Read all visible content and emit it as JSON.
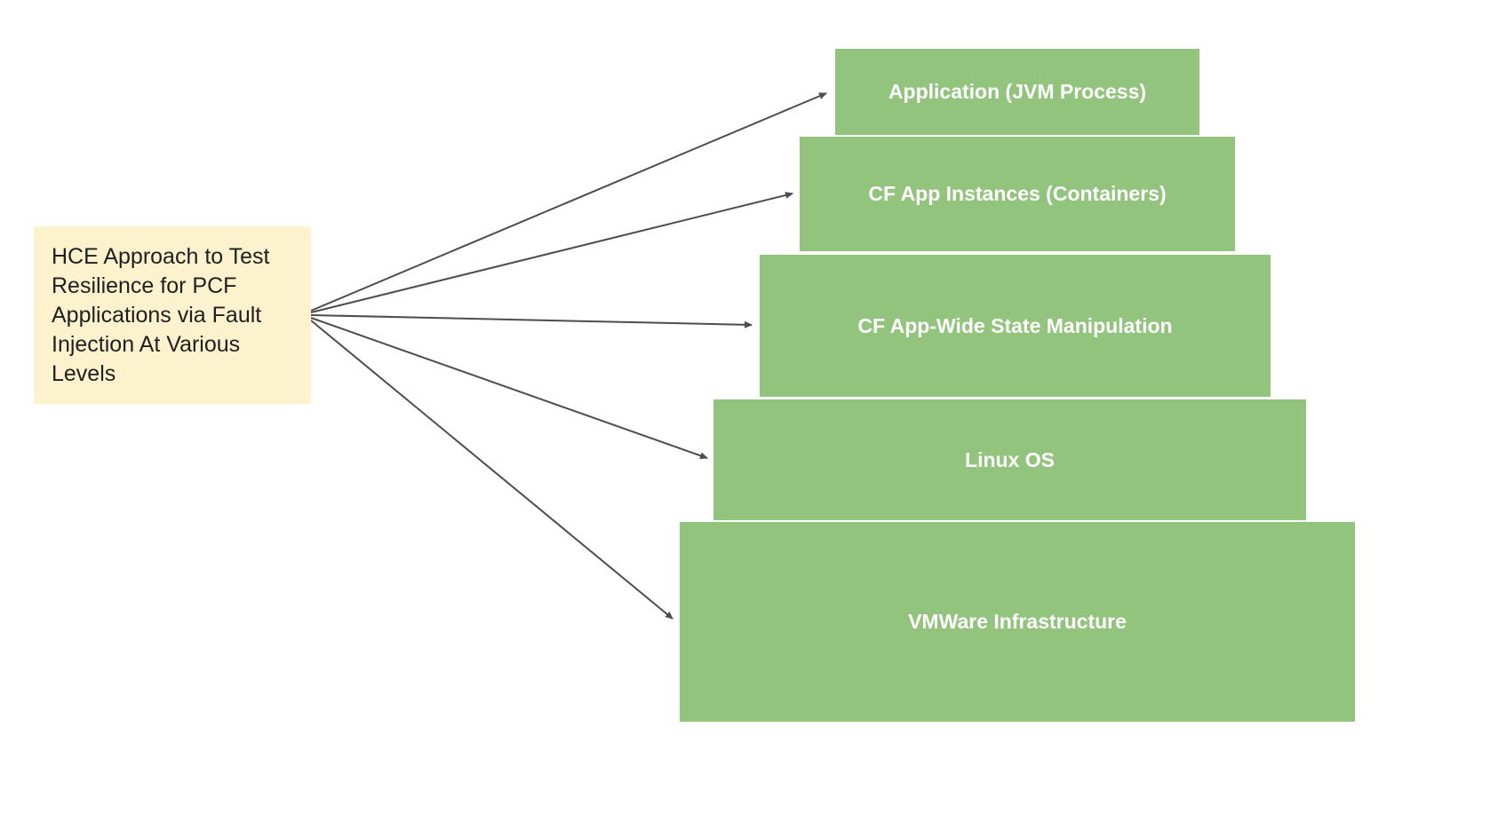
{
  "source": {
    "text": "HCE Approach to Test Resilience for PCF Applications via Fault Injection At Various Levels"
  },
  "levels": [
    {
      "label": "Application (JVM Process)"
    },
    {
      "label": "CF App Instances (Containers)"
    },
    {
      "label": "CF App-Wide State Manipulation"
    },
    {
      "label": "Linux OS"
    },
    {
      "label": "VMWare Infrastructure"
    }
  ],
  "colors": {
    "source_fill": "#FCF2CE",
    "source_text": "#1F1F1F",
    "level_fill": "#93C47D",
    "level_text": "#FFFFFF",
    "arrow": "#4D4D4D"
  }
}
